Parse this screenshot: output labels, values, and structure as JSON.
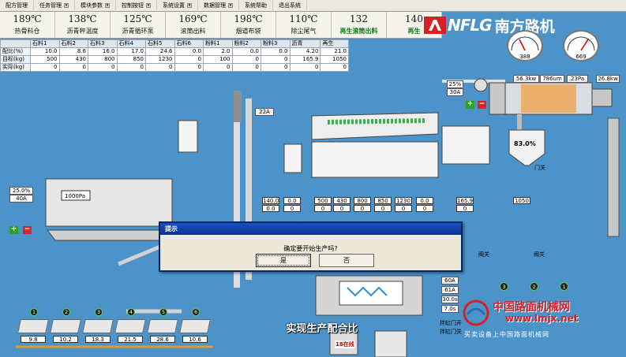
{
  "menubar": [
    "配方管理",
    "任务管理",
    "模块参数",
    "控制按钮",
    "系统设置",
    "数据管理",
    "系统帮助",
    "退出系统"
  ],
  "temps": [
    {
      "value": "189℃",
      "label": "热骨料仓"
    },
    {
      "value": "138℃",
      "label": "沥青秤温度"
    },
    {
      "value": "125℃",
      "label": "沥青循环泵"
    },
    {
      "value": "169℃",
      "label": "滚筒出料"
    },
    {
      "value": "198℃",
      "label": "烟道布袋"
    },
    {
      "value": "110℃",
      "label": "除尘尾气"
    },
    {
      "value": "132",
      "label": "再生滚筒出料"
    },
    {
      "value": "140",
      "label": "再生"
    }
  ],
  "mix_table": {
    "headers": [
      "",
      "石料1",
      "石料2",
      "石料3",
      "石料4",
      "石料5",
      "石料6",
      "粉料1",
      "粉料2",
      "粉料3",
      "沥青",
      "再生"
    ],
    "rows": [
      {
        "label": "配比(%)",
        "cells": [
          "10.0",
          "8.6",
          "16.0",
          "17.0",
          "24.6",
          "0.0",
          "2.0",
          "0.0",
          "0.0",
          "4.20",
          "21.0"
        ]
      },
      {
        "label": "目标(kg)",
        "cells": [
          "500",
          "430",
          "800",
          "850",
          "1230",
          "0",
          "100",
          "0",
          "0",
          "165.9",
          "1050"
        ]
      },
      {
        "label": "实际(kg)",
        "cells": [
          "0",
          "0",
          "0",
          "0",
          "0",
          "0",
          "0",
          "0",
          "0",
          "0",
          "0"
        ]
      }
    ]
  },
  "brand": {
    "en": "NFLG",
    "cn": "南方路机"
  },
  "gauges": [
    {
      "value": "388"
    },
    {
      "value": "669"
    }
  ],
  "burner": {
    "fan_pct": "25%",
    "fan_amp": "30A",
    "readouts": [
      "56.3kw",
      "786um",
      "23Pa",
      "26.8kw"
    ]
  },
  "bucket_elevator_amp": "22A",
  "dust_pct": "83.0%",
  "dust_gate_label": "门关",
  "dryer": {
    "pct": "25.0%",
    "amp": "40A",
    "pressure": "1000Pa"
  },
  "weigh_values": [
    "140.0",
    "0.0",
    "500",
    "430",
    "800",
    "850",
    "1230",
    "0.0",
    "165.9",
    "1050"
  ],
  "weigh_actuals": [
    "0.0",
    "0",
    "0",
    "0",
    "0",
    "0",
    "0",
    "0",
    "0"
  ],
  "gate_labels": [
    "阀关",
    "阀关"
  ],
  "mixer": {
    "readouts": [
      "60A",
      "61A",
      "30.0s",
      "7.0s"
    ],
    "discharge_labels": [
      "拌缸门开",
      "拌缸门关"
    ]
  },
  "cold_bins": [
    "9.8",
    "10.2",
    "18.3",
    "21.5",
    "28.6",
    "10.6"
  ],
  "cold_bin_ids": [
    "1",
    "2",
    "3",
    "4",
    "5",
    "6"
  ],
  "recycle_bin_ids": [
    "3",
    "2",
    "1"
  ],
  "dialog": {
    "title": "提示",
    "message": "确定要开始生产吗?",
    "yes": "是",
    "no": "否"
  },
  "subtitle": "实现生产配合比",
  "truck_label": "18在线",
  "watermark": {
    "line1": "中国路面机械网",
    "line2": "www.lmjx.net",
    "line3": "买卖设备上中国路面机械网"
  },
  "colors": {
    "background": "#4b93c9",
    "dialog_title": "#0a246a",
    "watermark_red": "#d71f26",
    "status_green": "#2f9e2f"
  }
}
